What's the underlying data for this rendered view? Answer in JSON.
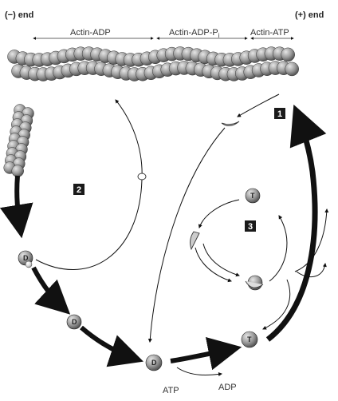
{
  "ends": {
    "minus": "(−) end",
    "plus": "(+) end"
  },
  "regions": [
    {
      "label": "Actin-ADP"
    },
    {
      "label": "Actin-ADP-P",
      "sub": "i"
    },
    {
      "label": "Actin-ATP"
    }
  ],
  "steps": [
    "1",
    "2",
    "3"
  ],
  "nucleotide_marks": {
    "adp": "D",
    "atp": "T"
  },
  "exchange": {
    "in": "ATP",
    "out": "ADP"
  },
  "colors": {
    "ink": "#111111",
    "subunit": "#8a8a8a",
    "step_box": "#1a1a1a"
  }
}
